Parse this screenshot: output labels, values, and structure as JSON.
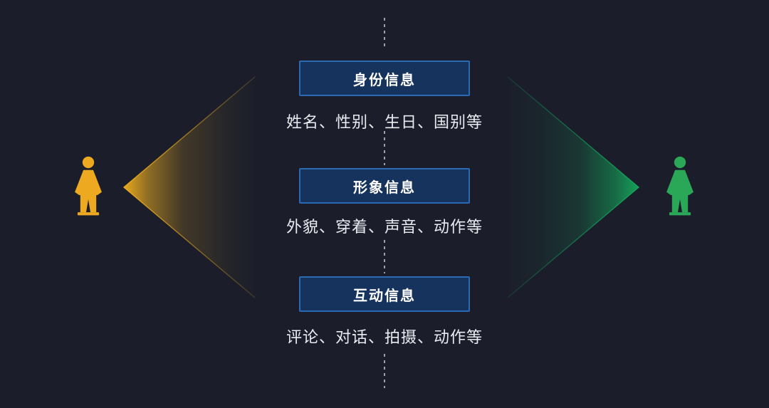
{
  "canvas": {
    "background": "#1b1e2a"
  },
  "colors": {
    "yellow": "#f2b01e",
    "yellow_person": "#edaa21",
    "green": "#14a85c",
    "green_person": "#2aa757",
    "box_fill": "#16335e",
    "box_border": "#2b6ab3",
    "title_text": "#ffffff",
    "subtitle_text": "#e9ecf1",
    "dash_line": "#9aa0ac"
  },
  "icons": {
    "left_figure": "person-icon-yellow",
    "right_figure": "person-icon-green"
  },
  "sections": [
    {
      "title": "身份信息",
      "subtitle": "姓名、性别、生日、国别等"
    },
    {
      "title": "形象信息",
      "subtitle": "外貌、穿着、声音、动作等"
    },
    {
      "title": "互动信息",
      "subtitle": "评论、对话、拍摄、动作等"
    }
  ]
}
